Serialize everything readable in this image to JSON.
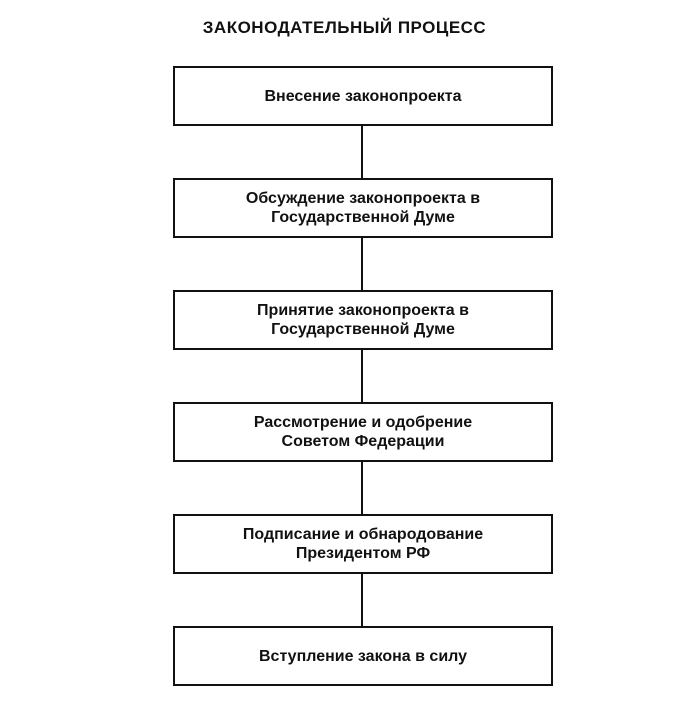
{
  "diagram": {
    "title": "ЗАКОНОДАТЕЛЬНЫЙ ПРОЦЕСС",
    "steps": [
      {
        "label": "Внесение законопроекта"
      },
      {
        "label": "Обсуждение законопроекта в\nГосударственной Думе"
      },
      {
        "label": "Принятие законопроекта в\nГосударственной Думе"
      },
      {
        "label": "Рассмотрение и одобрение\nСоветом Федерации"
      },
      {
        "label": "Подписание и обнародование\nПрезидентом РФ"
      },
      {
        "label": "Вступление закона в силу"
      }
    ],
    "colors": {
      "line": "#111111",
      "background": "#ffffff"
    }
  }
}
